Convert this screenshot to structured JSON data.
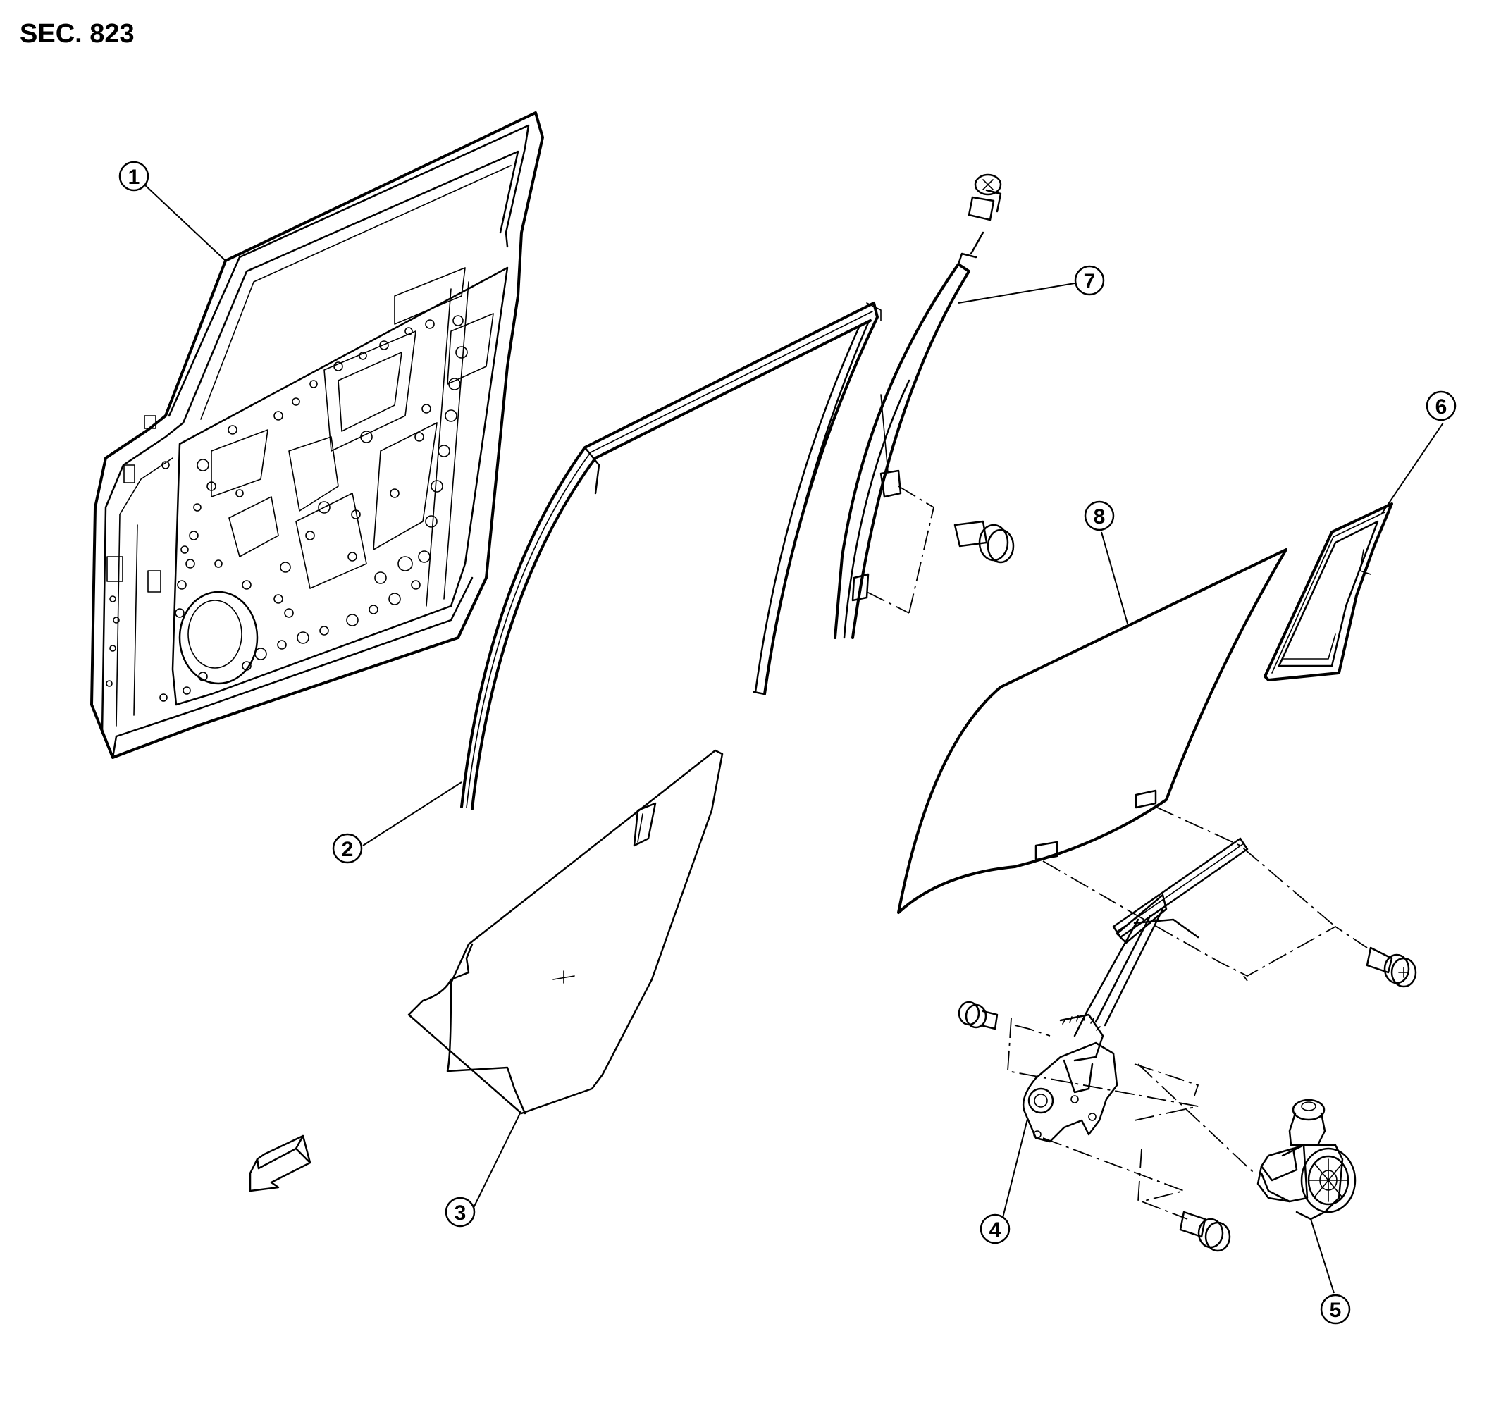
{
  "section_title": "SEC. 823",
  "callouts": [
    {
      "id": "1",
      "glyph": "1"
    },
    {
      "id": "2",
      "glyph": "2"
    },
    {
      "id": "3",
      "glyph": "3"
    },
    {
      "id": "4",
      "glyph": "4"
    },
    {
      "id": "5",
      "glyph": "5"
    },
    {
      "id": "6",
      "glyph": "6"
    },
    {
      "id": "7",
      "glyph": "7"
    },
    {
      "id": "8",
      "glyph": "8"
    }
  ],
  "icons": {
    "front_direction": "front-arrow-icon"
  }
}
